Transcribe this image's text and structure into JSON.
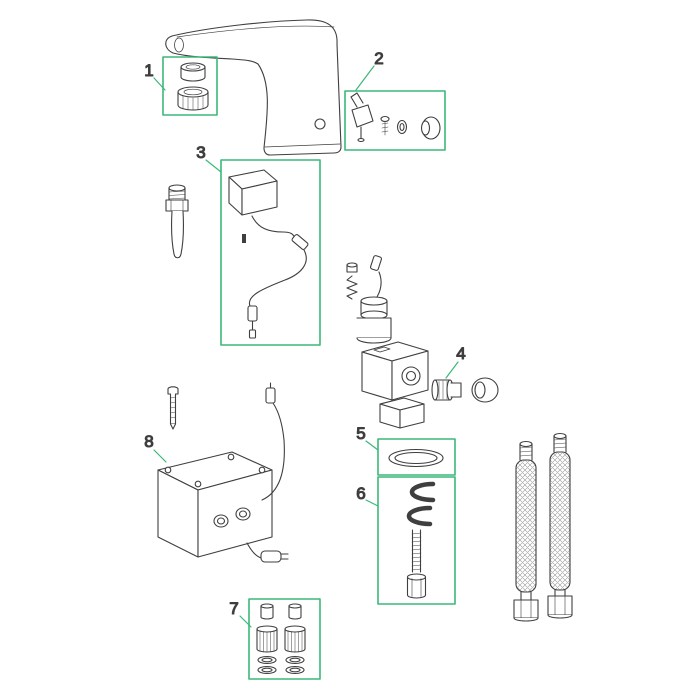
{
  "diagram": {
    "type": "exploded-parts-diagram",
    "subject": "touchless-sensor-faucet-spare-parts",
    "colors": {
      "callout_box": "#3cb878",
      "line": "#3f3f3f",
      "background": "#ffffff"
    },
    "callouts": [
      {
        "label": "1",
        "part": "aerator-assembly"
      },
      {
        "label": "2",
        "part": "sensor-service-kit"
      },
      {
        "label": "3",
        "part": "electronics-module-with-cable"
      },
      {
        "label": "4",
        "part": "outlet-fitting-and-dome-nut"
      },
      {
        "label": "5",
        "part": "base-gasket"
      },
      {
        "label": "6",
        "part": "mounting-hardware-set"
      },
      {
        "label": "7",
        "part": "check-valve-pair"
      },
      {
        "label": "8",
        "part": "control-box"
      }
    ]
  }
}
